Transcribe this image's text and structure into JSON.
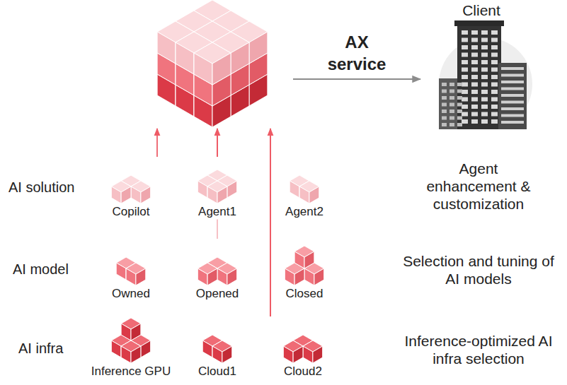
{
  "diagram": {
    "nodes": [
      {
        "text": []
      },
      {
        "text": [
          "Copilot"
        ]
      },
      {
        "text": [
          "Agent1"
        ]
      },
      {
        "text": [
          "Agent2"
        ]
      },
      {
        "text": [
          "Owned"
        ]
      },
      {
        "text": [
          "Opened"
        ]
      },
      {
        "text": [
          "Closed"
        ]
      },
      {
        "text": [
          "Inference GPU"
        ]
      },
      {
        "text": [
          "Cloud1"
        ]
      },
      {
        "text": [
          "Cloud2"
        ]
      },
      {
        "text": [
          "Client"
        ]
      }
    ],
    "edges": [
      {
        "from": 0,
        "to": 10,
        "label": "AX service",
        "arrow": "to"
      },
      {
        "from": 1,
        "to": 0,
        "arrow": "to"
      },
      {
        "from": 5,
        "to": 2,
        "arrow": "none"
      },
      {
        "from": 2,
        "to": 0,
        "arrow": "to"
      },
      {
        "from": 9,
        "to": 0,
        "arrow": "to"
      }
    ],
    "labels": [
      "AI solution",
      "AI model",
      "AI infra",
      "Agent enhancement & customization",
      "Selection and tuning of AI models",
      "Inference-optimized AI infra selection"
    ]
  }
}
